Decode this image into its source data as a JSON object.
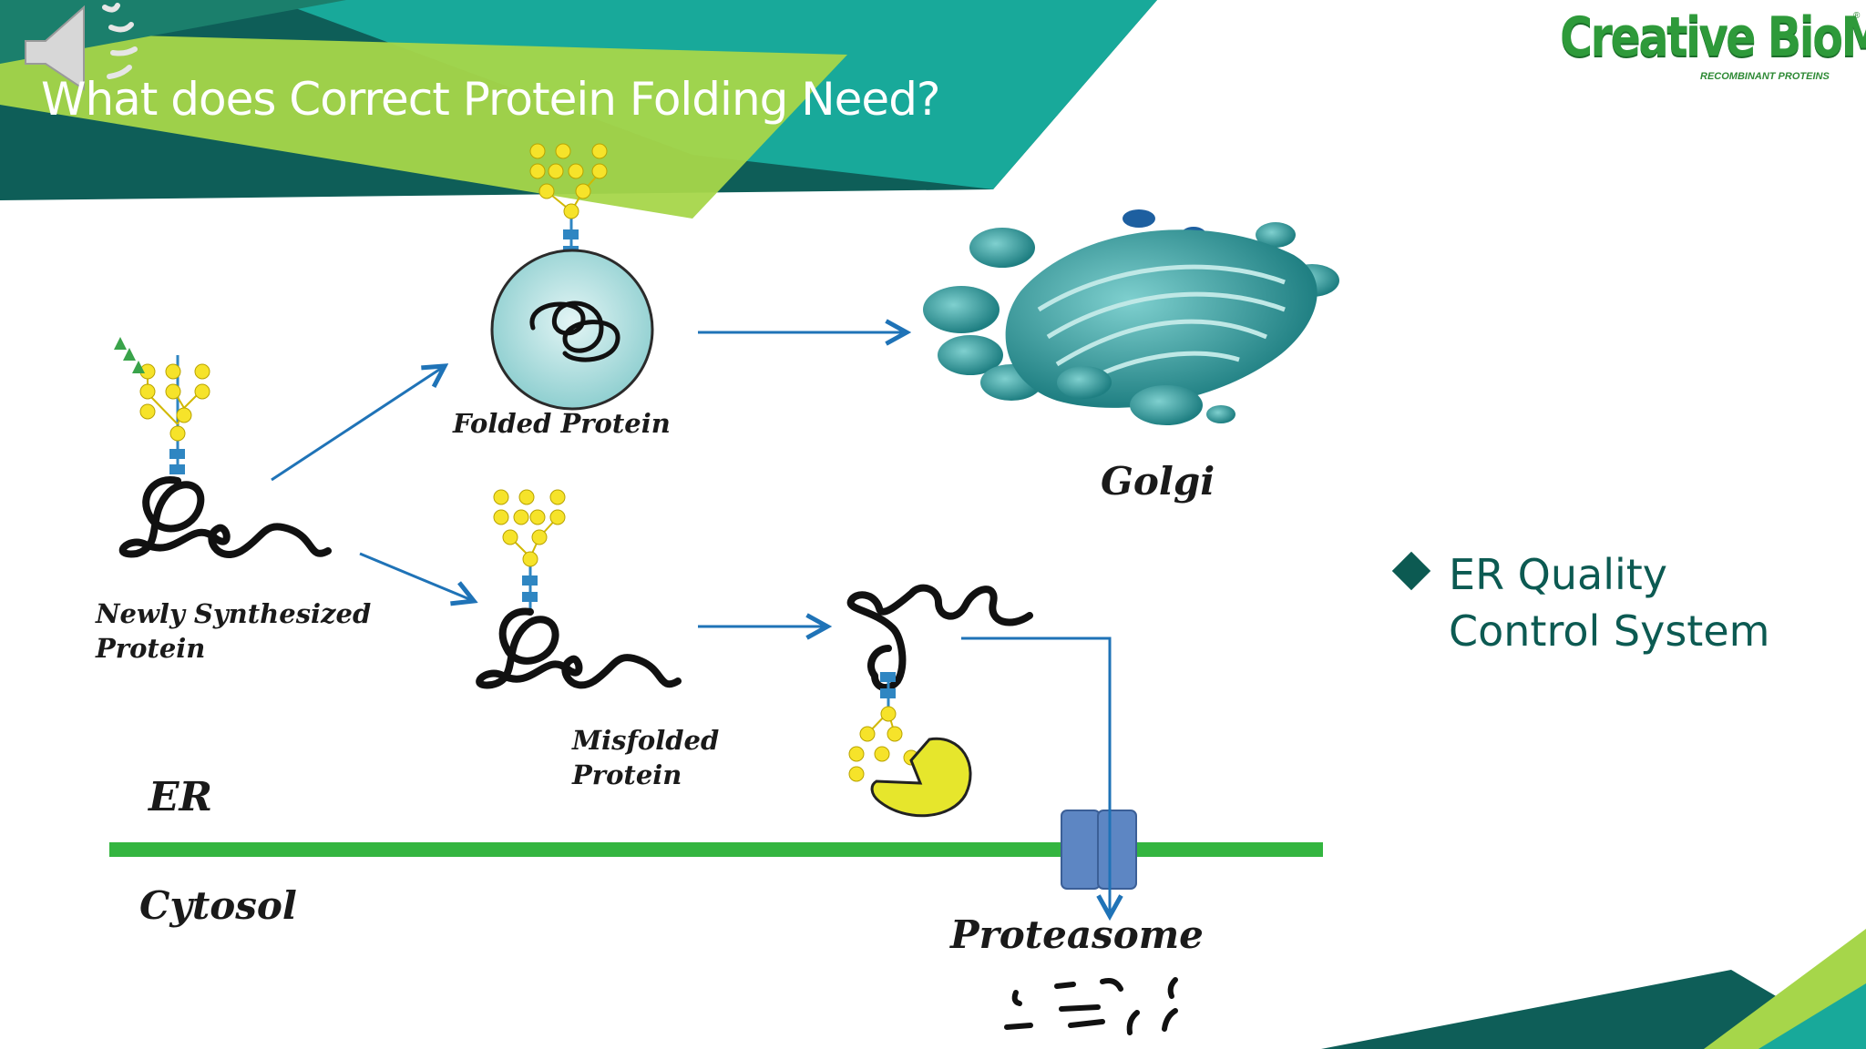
{
  "slide": {
    "title": "What does Correct Protein Folding Need?",
    "logo": {
      "name": "Creative BioMart",
      "tagline": "RECOMBINANT PROTEINS",
      "mark": "®"
    },
    "bullet": {
      "line1": "ER Quality",
      "line2": "Control System"
    }
  },
  "diagram": {
    "labels": {
      "newly_line1": "Newly Synthesized",
      "newly_line2": "Protein",
      "folded": "Folded Protein",
      "golgi": "Golgi",
      "misfolded_line1": "Misfolded",
      "misfolded_line2": "Protein",
      "er": "ER",
      "cytosol": "Cytosol",
      "proteasome": "Proteasome"
    }
  },
  "colors": {
    "teal_dark": "#0e5e58",
    "teal": "#18a99a",
    "green_light": "#a6d64a",
    "arrow": "#1f73b7",
    "membrane": "#34b540",
    "glycan": "#f6e32a",
    "linker": "#2f86c2",
    "lectin": "#e6e62c",
    "channel": "#5d86c3",
    "golgi": "#3fa3a3",
    "text_teal": "#0c5a52"
  },
  "icons": {
    "speaker": "speaker-icon",
    "bullet": "diamond-bullet-icon"
  }
}
